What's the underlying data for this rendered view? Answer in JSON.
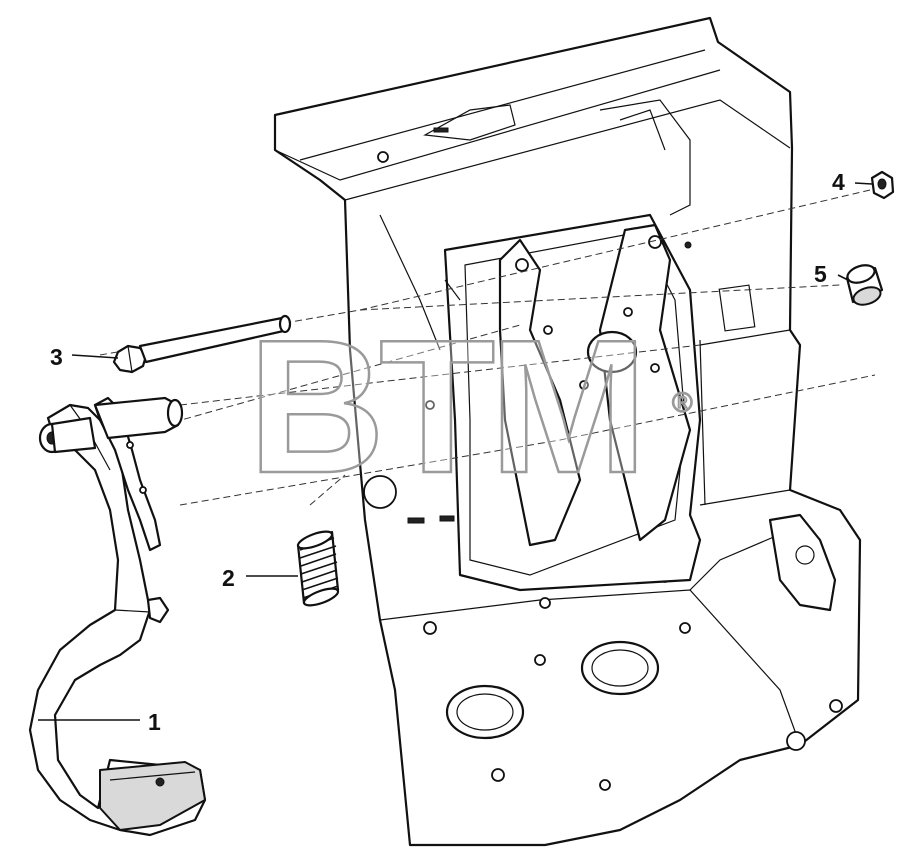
{
  "callouts": [
    {
      "id": "1",
      "label": "1"
    },
    {
      "id": "2",
      "label": "2"
    },
    {
      "id": "3",
      "label": "3"
    },
    {
      "id": "4",
      "label": "4"
    },
    {
      "id": "5",
      "label": "5"
    }
  ],
  "watermark": {
    "text": "BTM",
    "mark": "®"
  },
  "colors": {
    "line": "#111111",
    "watermark": "#9a9a9a",
    "background": "#ffffff"
  }
}
